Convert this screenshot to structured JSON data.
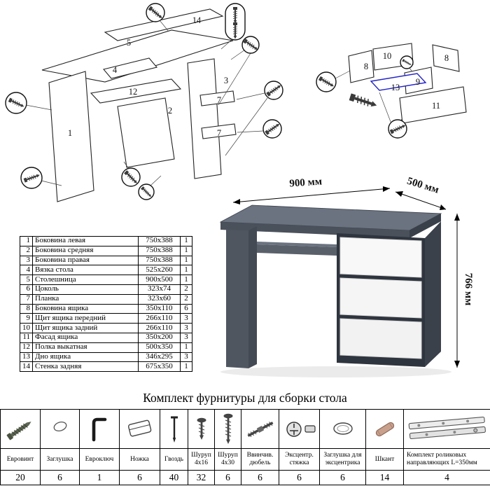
{
  "diagram_left": {
    "labels": [
      "14",
      "5",
      "4",
      "12",
      "2",
      "3",
      "7",
      "7",
      "1"
    ]
  },
  "diagram_right": {
    "labels": [
      "10",
      "8",
      "8",
      "9",
      "13",
      "11"
    ]
  },
  "render": {
    "dim_width": "900 мм",
    "dim_depth": "500 мм",
    "dim_height": "766 мм",
    "body_color": "#4a515b",
    "drawer_color": "#f7f7f7"
  },
  "parts_table": {
    "rows": [
      {
        "num": "1",
        "name": "Боковина левая",
        "size": "750x388",
        "qty": "1"
      },
      {
        "num": "2",
        "name": "Боковина средняя",
        "size": "750x388",
        "qty": "1"
      },
      {
        "num": "3",
        "name": "Боковина правая",
        "size": "750x388",
        "qty": "1"
      },
      {
        "num": "4",
        "name": "Вязка стола",
        "size": "525x260",
        "qty": "1"
      },
      {
        "num": "5",
        "name": "Столешница",
        "size": "900x500",
        "qty": "1"
      },
      {
        "num": "6",
        "name": "Цоколь",
        "size": "323x74",
        "qty": "2"
      },
      {
        "num": "7",
        "name": "Планка",
        "size": "323x60",
        "qty": "2"
      },
      {
        "num": "8",
        "name": "Боковина ящика",
        "size": "350x110",
        "qty": "6"
      },
      {
        "num": "9",
        "name": "Щит ящика передний",
        "size": "266x110",
        "qty": "3"
      },
      {
        "num": "10",
        "name": "Щит ящика задний",
        "size": "266x110",
        "qty": "3"
      },
      {
        "num": "11",
        "name": "Фасад ящика",
        "size": "350x200",
        "qty": "3"
      },
      {
        "num": "12",
        "name": "Полка выкатная",
        "size": "500x350",
        "qty": "1"
      },
      {
        "num": "13",
        "name": "Дно ящика",
        "size": "346x295",
        "qty": "3"
      },
      {
        "num": "14",
        "name": "Стенка задняя",
        "size": "675x350",
        "qty": "1"
      }
    ]
  },
  "hardware": {
    "title": "Комплект фурнитуры для сборки стола",
    "items": [
      {
        "name": "Евровинт",
        "qty": "20",
        "icon": "confirmat-screw-icon"
      },
      {
        "name": "Заглушка",
        "qty": "6",
        "icon": "cap-icon"
      },
      {
        "name": "Евроключ",
        "qty": "1",
        "icon": "hex-key-icon"
      },
      {
        "name": "Ножка",
        "qty": "6",
        "icon": "foot-icon"
      },
      {
        "name": "Гвоздь",
        "qty": "40",
        "icon": "nail-icon"
      },
      {
        "name": "Шуруп 4x16",
        "qty": "32",
        "icon": "screw-small-icon"
      },
      {
        "name": "Шуруп 4x30",
        "qty": "6",
        "icon": "screw-long-icon"
      },
      {
        "name": "Ввинчив. дюбель",
        "qty": "6",
        "icon": "threaded-dowel-icon"
      },
      {
        "name": "Эксцентр. стяжка",
        "qty": "6",
        "icon": "cam-lock-icon"
      },
      {
        "name": "Заглушка для эксцентрика",
        "qty": "6",
        "icon": "cam-cap-icon"
      },
      {
        "name": "Шкант",
        "qty": "14",
        "icon": "wood-dowel-icon"
      },
      {
        "name": "Комплект роликовых направляющих L=350мм",
        "qty": "4",
        "icon": "drawer-slides-icon"
      }
    ]
  }
}
